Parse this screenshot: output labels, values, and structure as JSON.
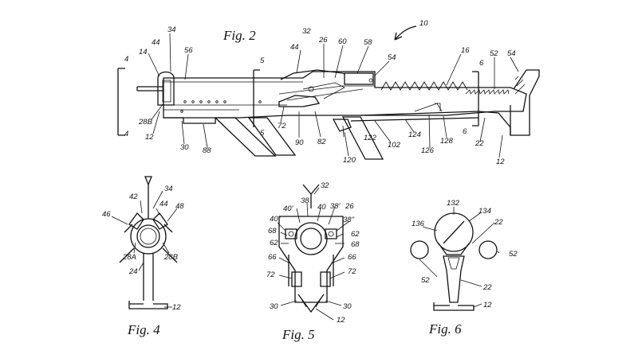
{
  "figures": {
    "fig2": "Fig. 2",
    "fig4": "Fig. 4",
    "fig5": "Fig. 5",
    "fig6": "Fig. 6"
  },
  "labels": {
    "fig2": {
      "l10": "10",
      "l34": "34",
      "l44a": "44",
      "l14": "14",
      "l56": "56",
      "l32": "32",
      "l44b": "44",
      "l26": "26",
      "l60": "60",
      "l58": "58",
      "l54a": "54",
      "l16": "16",
      "l52": "52",
      "l54b": "54",
      "l4a": "4",
      "l4b": "4",
      "l5a": "5",
      "l5b": "5",
      "l6a": "6",
      "l6b": "6",
      "l28B": "28B",
      "l12a": "12",
      "l30": "30",
      "l88": "88",
      "l72": "72",
      "l90": "90",
      "l82": "82",
      "l122": "122",
      "l102": "102",
      "l124": "124",
      "l126": "126",
      "l128": "128",
      "l22": "22",
      "l120": "120",
      "l12b": "12"
    },
    "fig4": {
      "l34": "34",
      "l42": "42",
      "l44": "44",
      "l46": "46",
      "l48": "48",
      "l28A": "28A",
      "l28B": "28B",
      "l24": "24",
      "l12": "12"
    },
    "fig5": {
      "l32": "32",
      "l38": "38",
      "l40p": "40'",
      "l40": "40",
      "l38p": "38'",
      "l26": "26",
      "l40pp": "40\"",
      "l38pp": "38\"",
      "l68a": "68",
      "l62a": "62",
      "l62b": "62",
      "l68b": "68",
      "l66a": "66",
      "l66b": "66",
      "l72a": "72",
      "l72b": "72",
      "l30a": "30",
      "l30b": "30",
      "l12": "12"
    },
    "fig6": {
      "l136": "136",
      "l132": "132",
      "l134": "134",
      "l22a": "22",
      "l52a": "52",
      "l52b": "52",
      "l22b": "22",
      "l12": "12"
    }
  }
}
